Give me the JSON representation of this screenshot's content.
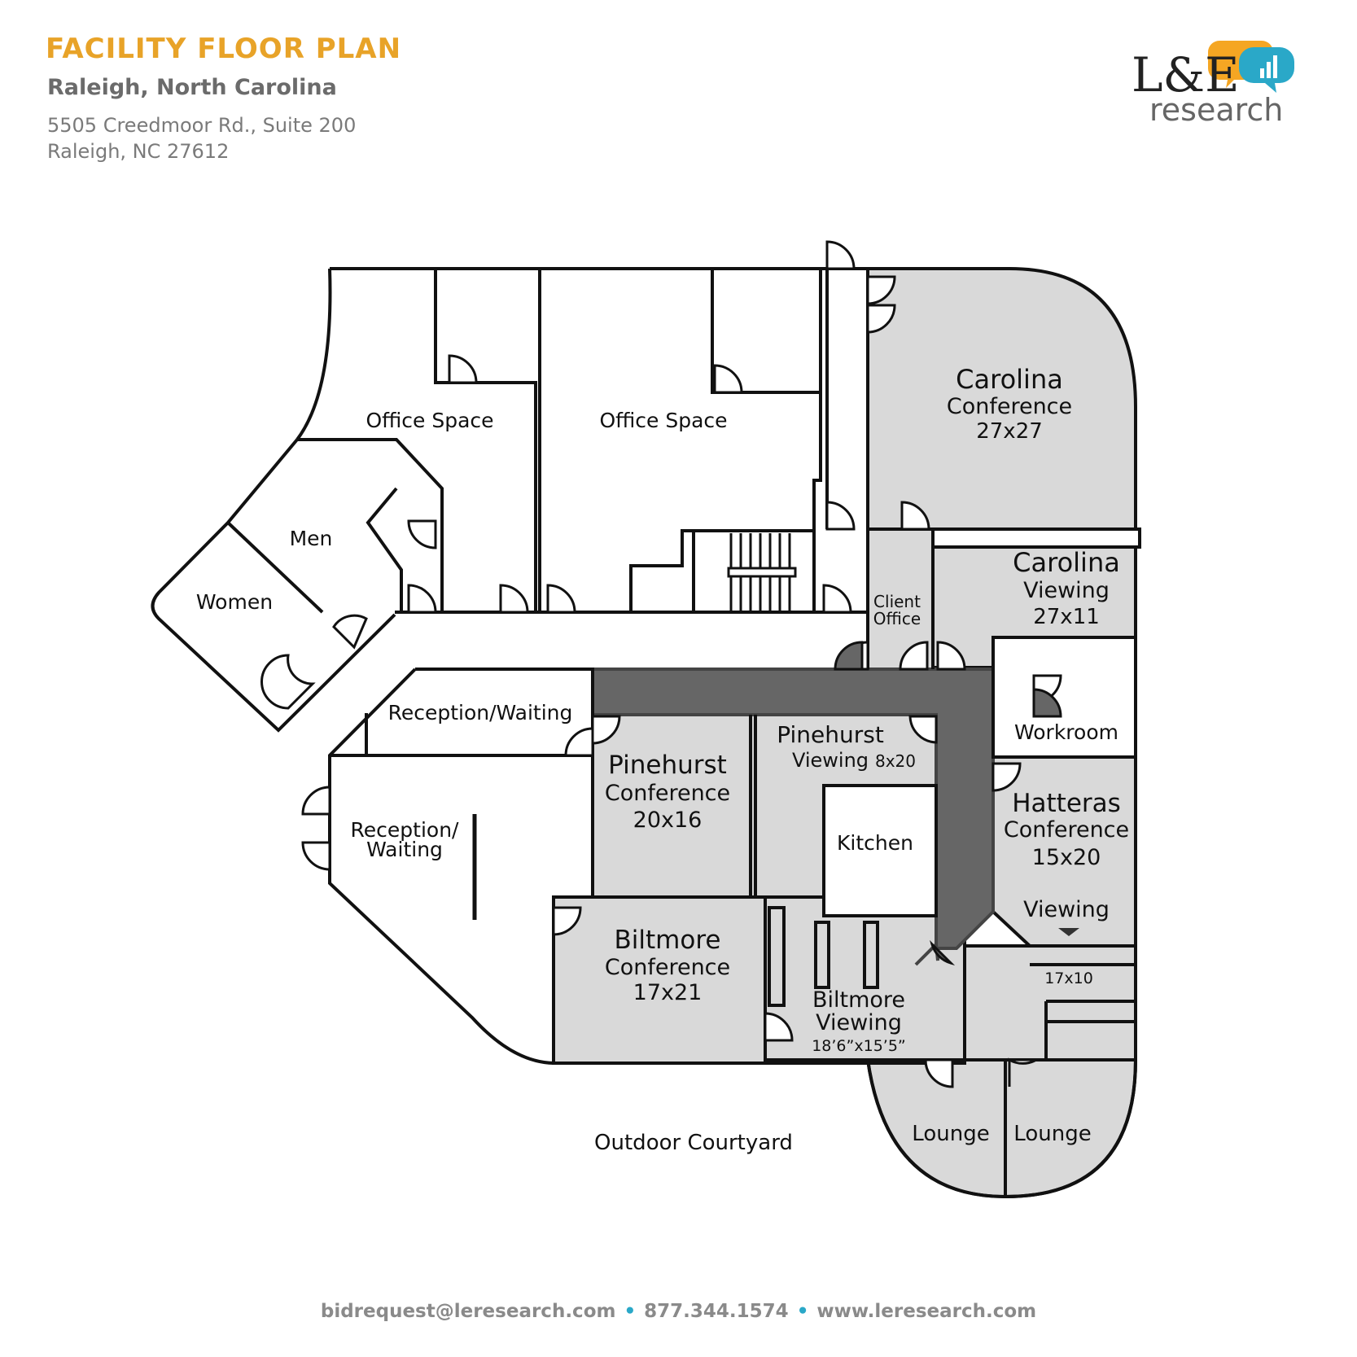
{
  "header": {
    "title": "FACILITY FLOOR PLAN",
    "city": "Raleigh, North Carolina",
    "address_line1": "5505 Creedmoor Rd., Suite 200",
    "address_line2": "Raleigh, NC 27612"
  },
  "logo": {
    "brand_mark": "L&E",
    "brand_word": "research",
    "colors": {
      "text": "#222222",
      "word": "#666666",
      "bubble_orange": "#f5a623",
      "bubble_blue": "#2aa8c8"
    }
  },
  "colors": {
    "wall": "#111111",
    "room_fill_gray": "#d9d9d9",
    "corridor_dark": "#666666",
    "background": "#ffffff"
  },
  "rooms": {
    "office_space_1": "Office Space",
    "office_space_2": "Office Space",
    "men": "Men",
    "women": "Women",
    "reception_top": "Reception/Waiting",
    "reception_left_line1": "Reception/",
    "reception_left_line2": "Waiting",
    "carolina_conf": {
      "name": "Carolina",
      "type": "Conference",
      "size": "27x27"
    },
    "carolina_view": {
      "name": "Carolina",
      "type": "Viewing",
      "size": "27x11"
    },
    "client_office_line1": "Client",
    "client_office_line2": "Office",
    "workroom": "Workroom",
    "pinehurst_conf": {
      "name": "Pinehurst",
      "type": "Conference",
      "size": "20x16"
    },
    "pinehurst_view": {
      "name": "Pinehurst",
      "type": "Viewing",
      "size": "8x20"
    },
    "kitchen": "Kitchen",
    "hatteras_conf": {
      "name": "Hatteras",
      "type": "Conference",
      "size": "15x20"
    },
    "hatteras_view": {
      "type": "Viewing",
      "size": "17x10"
    },
    "biltmore_conf": {
      "name": "Biltmore",
      "type": "Conference",
      "size": "17x21"
    },
    "biltmore_view": {
      "name": "Biltmore",
      "type": "Viewing",
      "size": "18’6”x15’5”"
    },
    "lounge_1": "Lounge",
    "lounge_2": "Lounge",
    "courtyard": "Outdoor Courtyard"
  },
  "footer": {
    "email": "bidrequest@leresearch.com",
    "phone": "877.344.1574",
    "web": "www.leresearch.com"
  }
}
